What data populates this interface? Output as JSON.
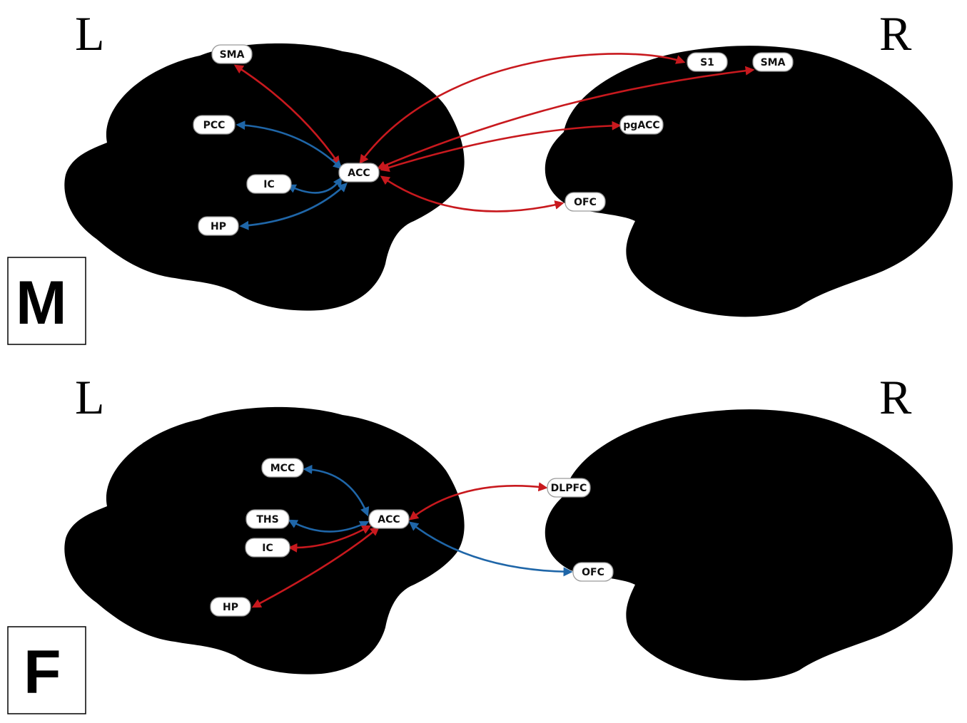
{
  "colors": {
    "positive": "#c8191e",
    "negative": "#1f66a8",
    "brain": "#cccccc"
  },
  "panels": [
    {
      "id": "M",
      "label": "M",
      "left_label": "L",
      "right_label": "R",
      "nodes": [
        {
          "id": "L_SMA",
          "label": "SMA"
        },
        {
          "id": "L_PCC",
          "label": "PCC"
        },
        {
          "id": "L_IC",
          "label": "IC"
        },
        {
          "id": "L_HP",
          "label": "HP"
        },
        {
          "id": "L_ACC",
          "label": "ACC"
        },
        {
          "id": "R_S1",
          "label": "S1"
        },
        {
          "id": "R_SMA",
          "label": "SMA"
        },
        {
          "id": "R_pgACC",
          "label": "pgACC"
        },
        {
          "id": "R_OFC",
          "label": "OFC"
        }
      ],
      "edges": [
        {
          "from": "L_ACC",
          "to": "L_SMA",
          "sign": "positive"
        },
        {
          "from": "L_ACC",
          "to": "L_PCC",
          "sign": "negative"
        },
        {
          "from": "L_ACC",
          "to": "L_IC",
          "sign": "negative"
        },
        {
          "from": "L_ACC",
          "to": "L_HP",
          "sign": "negative"
        },
        {
          "from": "L_ACC",
          "to": "R_S1",
          "sign": "positive"
        },
        {
          "from": "L_ACC",
          "to": "R_SMA",
          "sign": "positive"
        },
        {
          "from": "L_ACC",
          "to": "R_pgACC",
          "sign": "positive"
        },
        {
          "from": "L_ACC",
          "to": "R_OFC",
          "sign": "positive"
        }
      ]
    },
    {
      "id": "F",
      "label": "F",
      "left_label": "L",
      "right_label": "R",
      "nodes": [
        {
          "id": "L_MCC",
          "label": "MCC"
        },
        {
          "id": "L_THS",
          "label": "THS"
        },
        {
          "id": "L_IC",
          "label": "IC"
        },
        {
          "id": "L_HP",
          "label": "HP"
        },
        {
          "id": "L_ACC",
          "label": "ACC"
        },
        {
          "id": "R_DLPFC",
          "label": "DLPFC"
        },
        {
          "id": "R_OFC",
          "label": "OFC"
        }
      ],
      "edges": [
        {
          "from": "L_ACC",
          "to": "L_MCC",
          "sign": "negative"
        },
        {
          "from": "L_ACC",
          "to": "L_THS",
          "sign": "negative"
        },
        {
          "from": "L_ACC",
          "to": "L_IC",
          "sign": "positive"
        },
        {
          "from": "L_ACC",
          "to": "L_HP",
          "sign": "positive"
        },
        {
          "from": "L_ACC",
          "to": "R_DLPFC",
          "sign": "positive"
        },
        {
          "from": "L_ACC",
          "to": "R_OFC",
          "sign": "negative"
        }
      ]
    }
  ]
}
